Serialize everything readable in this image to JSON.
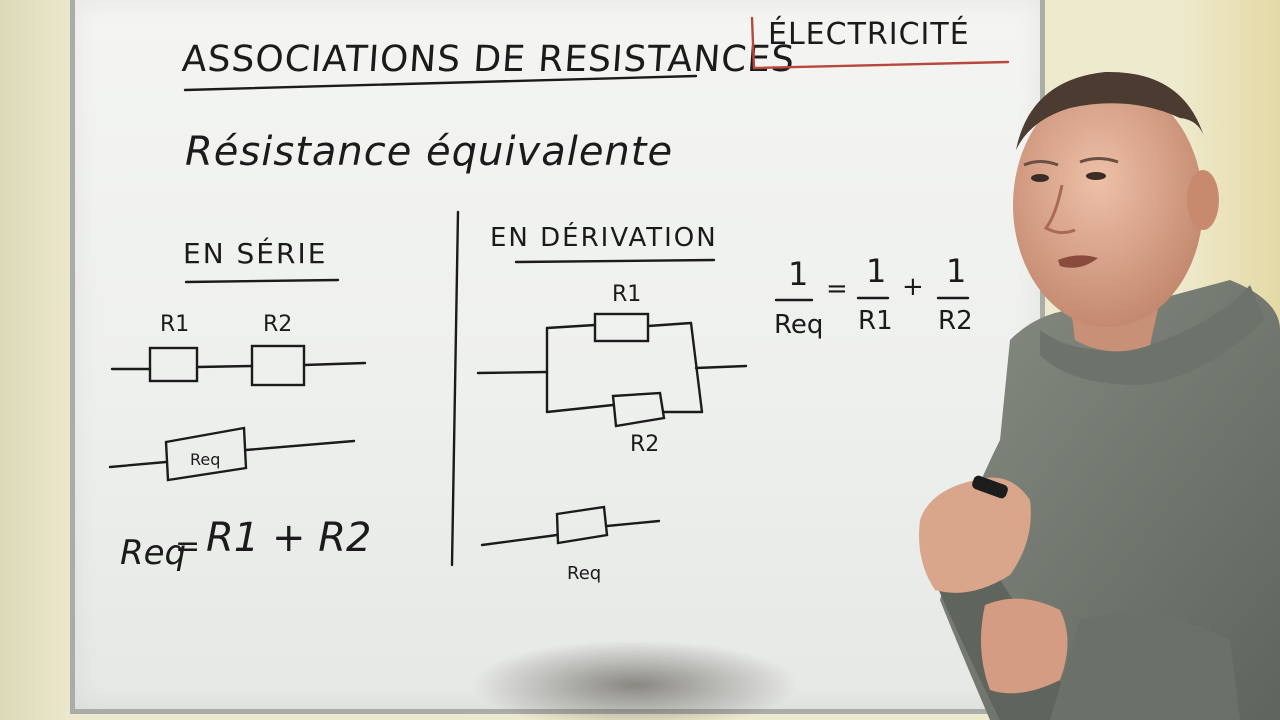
{
  "board": {
    "title": "ASSOCIATIONS DE RESISTANCES",
    "topic": "ÉLECTRICITÉ",
    "subtitle": "Résistance équivalente",
    "series": {
      "heading": "EN SÉRIE",
      "r1": "R1",
      "r2": "R2",
      "req_box": "Req",
      "formula_lhs": "Req",
      "formula_eq": "=",
      "formula_rhs": "R1 + R2"
    },
    "parallel": {
      "heading": "EN DÉRIVATION",
      "r1": "R1",
      "r2": "R2",
      "req_label": "Req",
      "formula": {
        "lhs_num": "1",
        "lhs_den": "Req",
        "eq": "=",
        "t1_num": "1",
        "t1_den": "R1",
        "plus": "+",
        "t2_num": "1",
        "t2_den": "R2"
      }
    }
  },
  "colors": {
    "ink": "#1b1b1b",
    "accent_line": "#c0392b",
    "wall": "#ece9cf",
    "board": "#f1f2ef",
    "sweater": "#7b8177",
    "skin": "#d9a68c"
  }
}
